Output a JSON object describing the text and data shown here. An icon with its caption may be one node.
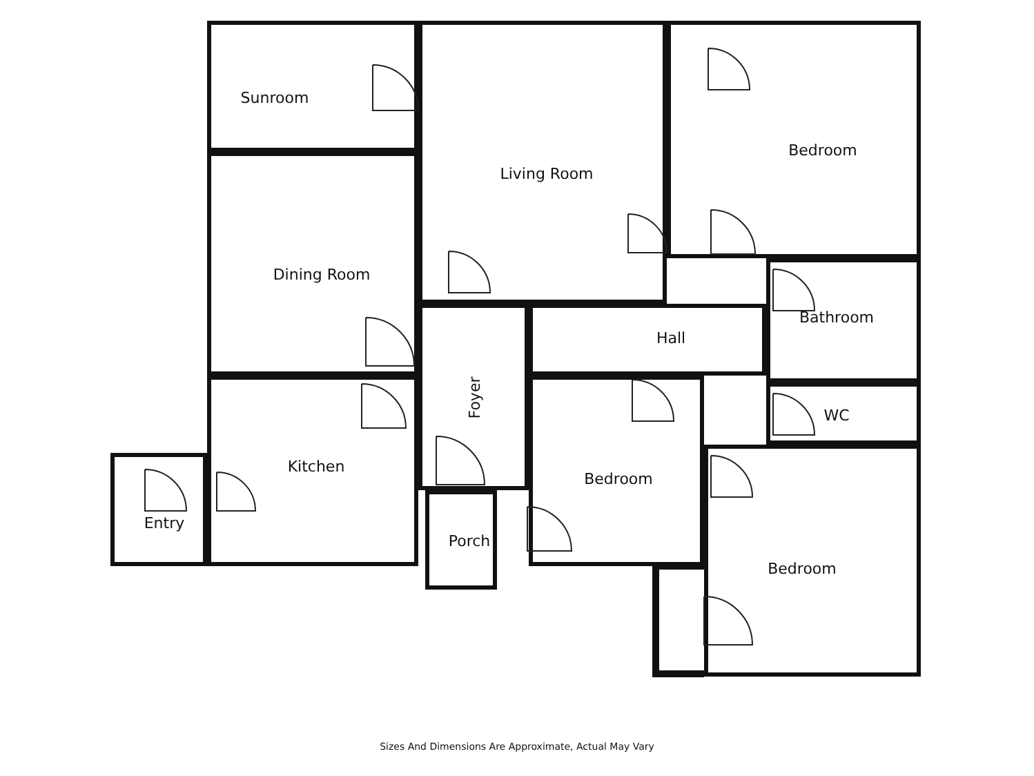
{
  "diagram": {
    "caption": "Sizes And Dimensions Are Approximate, Actual May Vary",
    "nodes": [
      {
        "text": [
          "Sunroom"
        ]
      },
      {
        "text": [
          "Living Room"
        ]
      },
      {
        "text": [
          "Bedroom"
        ]
      },
      {
        "text": [
          "Dining Room"
        ]
      },
      {
        "text": [
          "Hall"
        ]
      },
      {
        "text": [
          "Bathroom"
        ]
      },
      {
        "text": [
          "Foyer"
        ]
      },
      {
        "text": [
          "WC"
        ]
      },
      {
        "text": [
          "Kitchen"
        ]
      },
      {
        "text": [
          "Bedroom"
        ]
      },
      {
        "text": [
          "Entry"
        ]
      },
      {
        "text": [
          "Porch"
        ]
      },
      {
        "text": [
          "Bedroom"
        ]
      }
    ],
    "edges": []
  }
}
